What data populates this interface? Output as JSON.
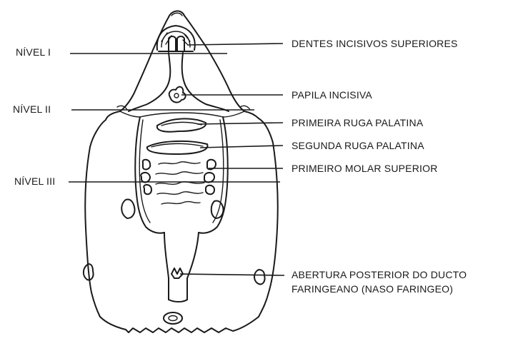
{
  "levels": {
    "level_1": "NÍVEL I",
    "level_2": "NÍVEL II",
    "level_3": "NÍVEL III"
  },
  "annotations": {
    "upper_incisors": "DENTES INCISIVOS SUPERIORES",
    "incisive_papilla": "PAPILA INCISIVA",
    "first_palatal_ruga": "PRIMEIRA RUGA PALATINA",
    "second_palatal_ruga": "SEGUNDA RUGA PALATINA",
    "first_upper_molar": "PRIMEIRO MOLAR SUPERIOR",
    "posterior_opening_line1": "ABERTURA POSTERIOR DO DUCTO",
    "posterior_opening_line2": "FARINGEANO (NASO FARINGEO)"
  }
}
